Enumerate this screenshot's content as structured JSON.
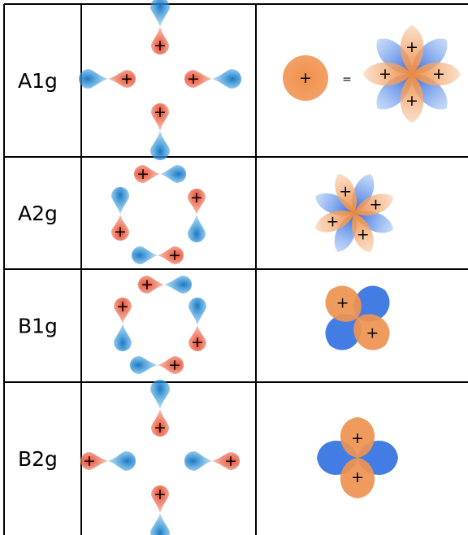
{
  "colors": {
    "blue": "#2f8fd0",
    "red": "#e8553a",
    "orange": "#ef8f4a",
    "lobe_blue": "#2f6fe0",
    "grid": "#000000"
  },
  "sign_symbol": "+",
  "equals_symbol": "=",
  "rows": [
    {
      "label": "A1g",
      "pattern": "cross",
      "orbital": "dual"
    },
    {
      "label": "A2g",
      "pattern": "ring_a2g",
      "orbital": "star8"
    },
    {
      "label": "B1g",
      "pattern": "ring_b1g",
      "orbital": "clover_diag"
    },
    {
      "label": "B2g",
      "pattern": "cross_b2g",
      "orbital": "clover_axis"
    }
  ]
}
